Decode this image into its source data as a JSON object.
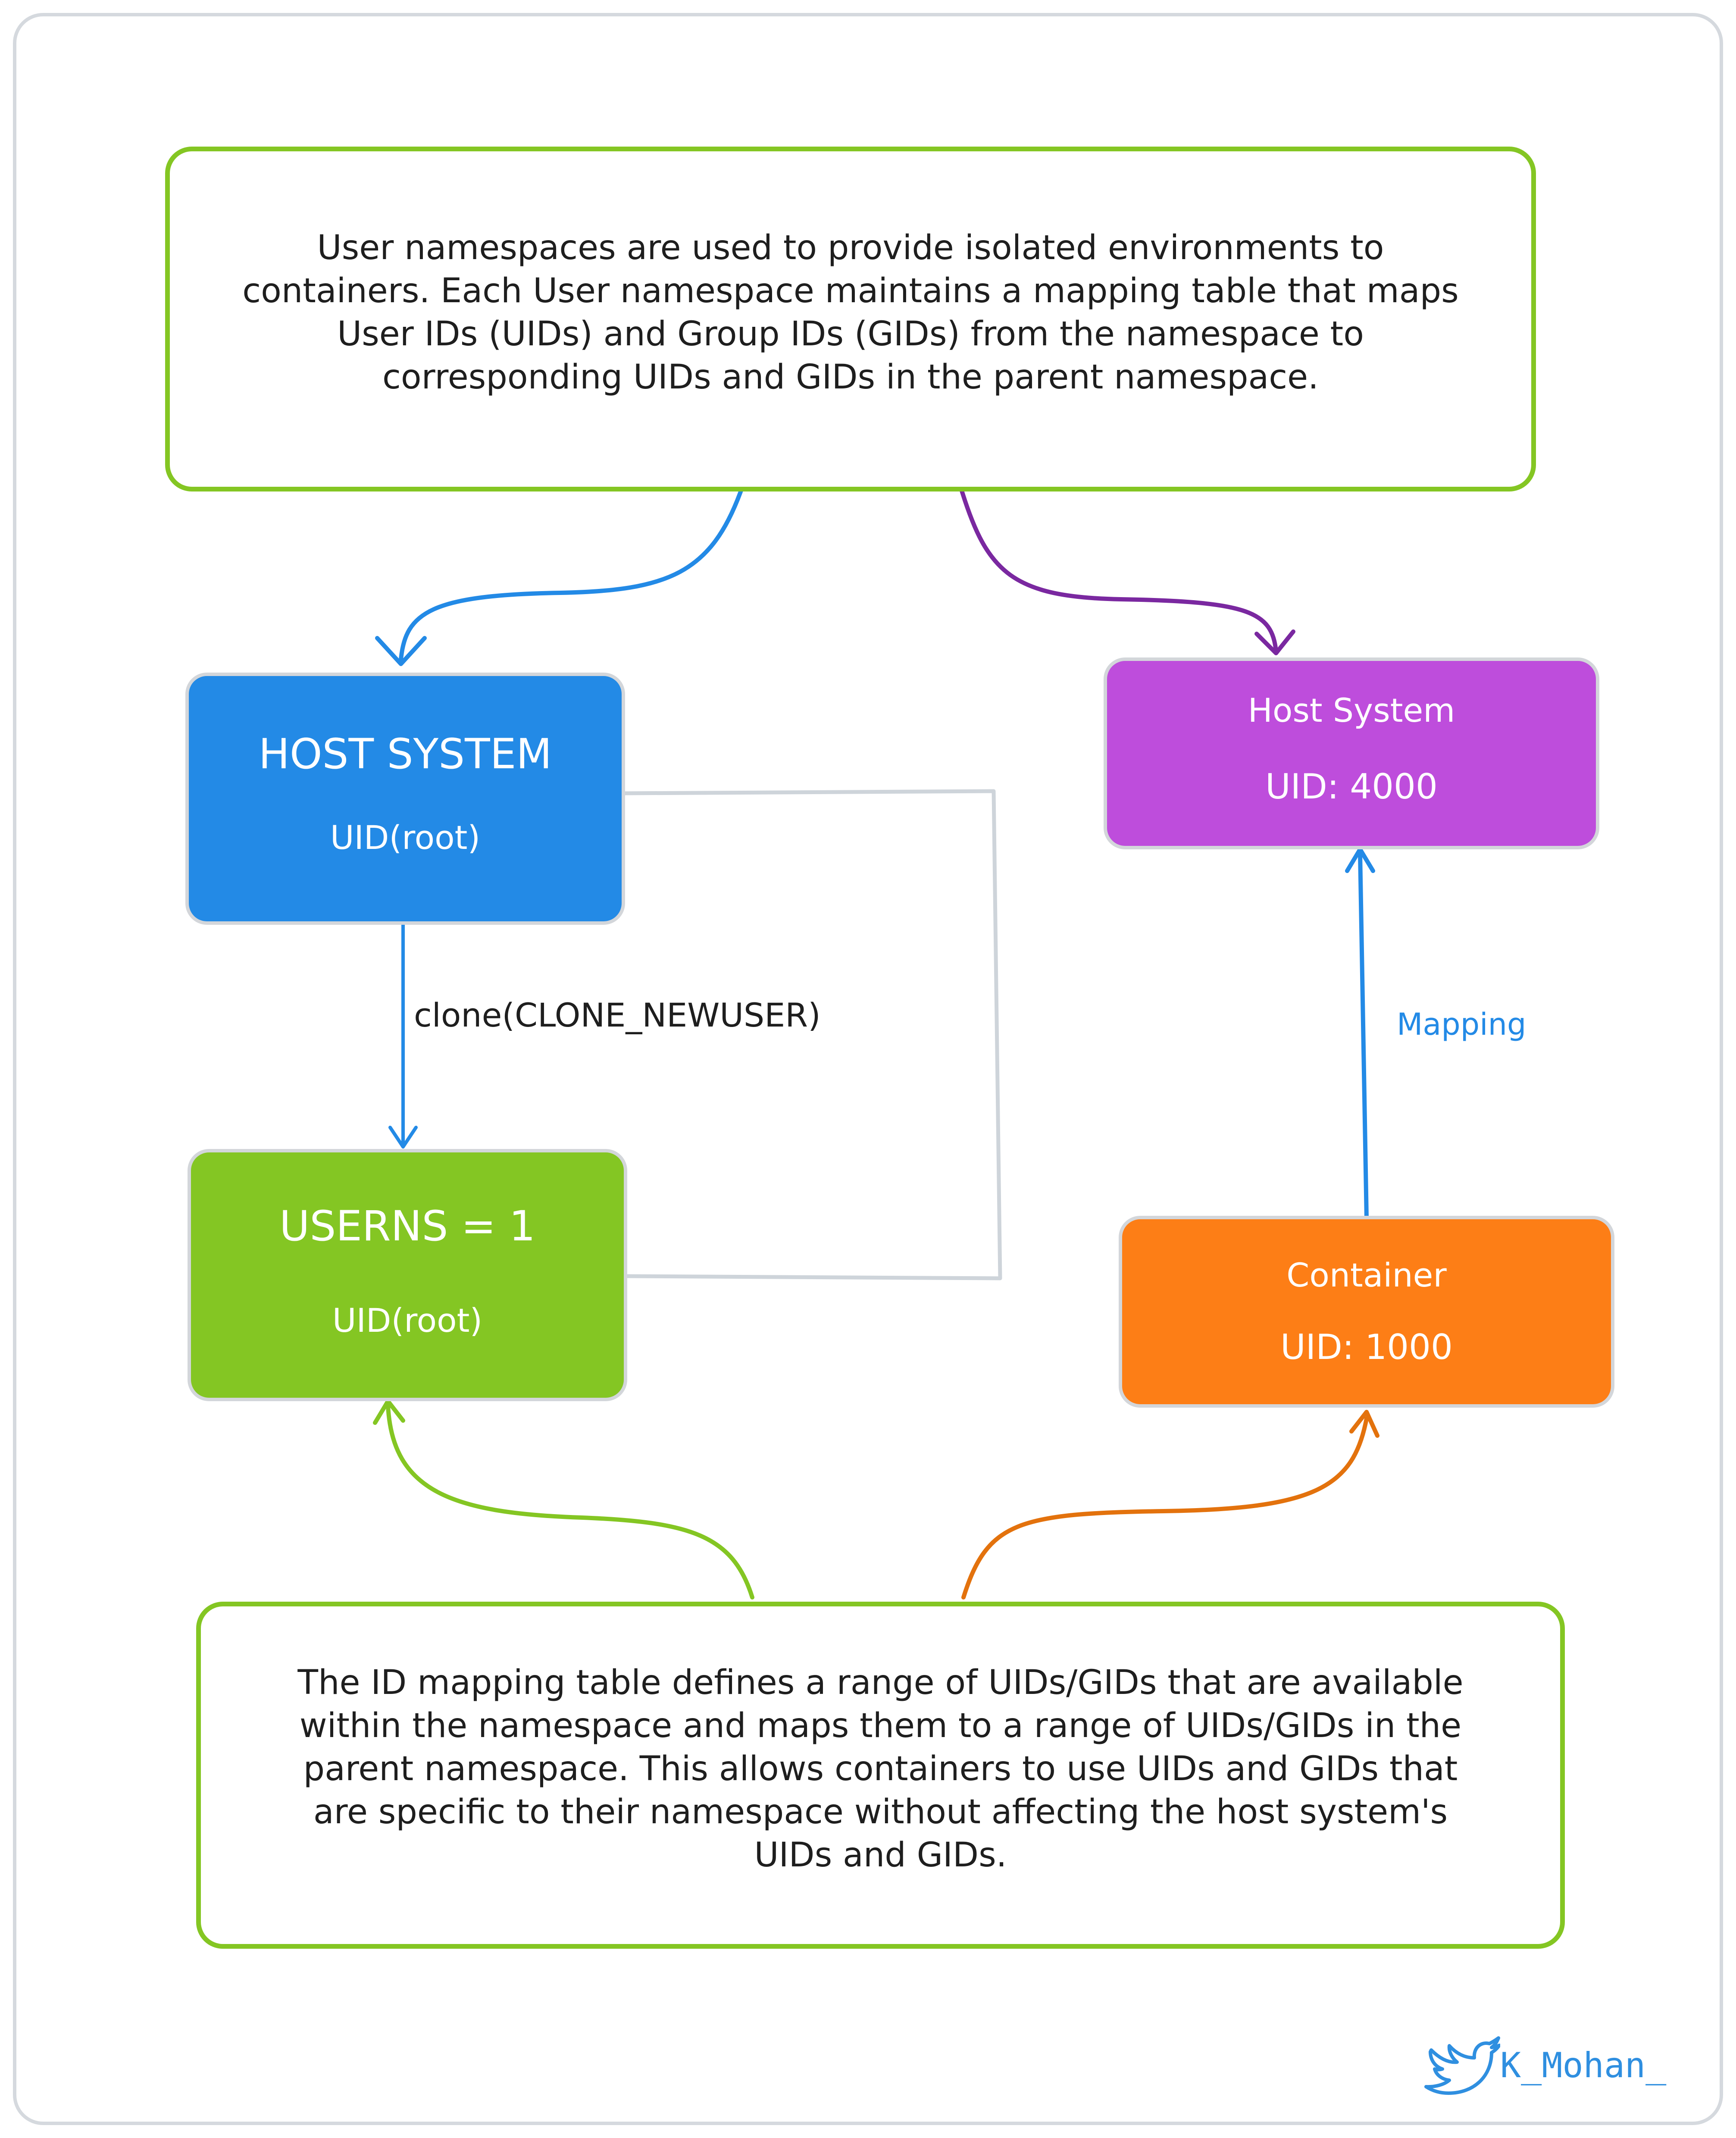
{
  "top_note": {
    "text": "User namespaces are used to provide isolated environments to containers. Each User namespace maintains a mapping table that maps User IDs (UIDs) and Group IDs (GIDs) from the namespace to corresponding UIDs and GIDs in the parent namespace."
  },
  "bottom_note": {
    "text": "The ID mapping table defines a range of UIDs/GIDs that are available within the namespace and maps them to a range of UIDs/GIDs in the parent namespace. This allows containers to use UIDs and GIDs that are specific to their namespace without affecting the host system's UIDs and GIDs."
  },
  "nodes": {
    "host_system_root": {
      "title": "HOST SYSTEM",
      "subtitle": "UID(root)"
    },
    "userns": {
      "title": "USERNS = 1",
      "subtitle": "UID(root)"
    },
    "host_system_uid": {
      "title": "Host System",
      "subtitle": "UID: 4000"
    },
    "container": {
      "title": "Container",
      "subtitle": "UID: 1000"
    }
  },
  "edge_labels": {
    "clone": "clone(CLONE_NEWUSER)",
    "mapping": "Mapping"
  },
  "credit": {
    "handle": "K_Mohan_",
    "icon": "twitter-bird-icon"
  },
  "colors": {
    "blue": "#238ae6",
    "green": "#84c623",
    "purple": "#be4ddc",
    "orange": "#fd7e16",
    "arrow_purple": "#7a28a0",
    "arrow_orange": "#e3720d",
    "connector_gray": "#ced4da"
  }
}
